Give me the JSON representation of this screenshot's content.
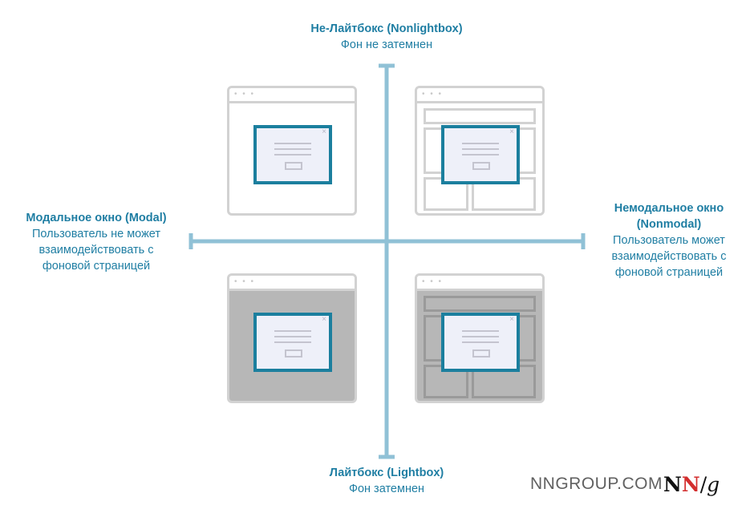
{
  "colors": {
    "accent": "#1f7ea3",
    "axis": "#90c1d6",
    "dialog_border": "#1b7f9e",
    "window_border": "#d2d2d2",
    "overlay": "#b7b7b7"
  },
  "labels": {
    "top": {
      "title": "Не-Лайтбокс (Nonlightbox)",
      "sub": "Фон не затемнен"
    },
    "bottom": {
      "title": "Лайтбокс (Lightbox)",
      "sub": "Фон затемнен"
    },
    "left": {
      "title": "Модальное окно (Modal)",
      "sub": [
        "Пользователь не может",
        "взаимодействовать с",
        "фоновой страницей"
      ]
    },
    "right": {
      "title": [
        "Немодальное окно",
        "(Nonmodal)"
      ],
      "sub": [
        "Пользователь может",
        "взаимодействовать с",
        "фоновой страницей"
      ]
    }
  },
  "quadrants": [
    {
      "position": "top-left",
      "background": "plain",
      "dimmed": false
    },
    {
      "position": "top-right",
      "background": "panes",
      "dimmed": false
    },
    {
      "position": "bottom-left",
      "background": "plain",
      "dimmed": true
    },
    {
      "position": "bottom-right",
      "background": "panes",
      "dimmed": true
    }
  ],
  "window": {
    "dots": "• • •",
    "close_glyph": "×"
  },
  "footer": {
    "site": "NNGROUP.COM",
    "logo": {
      "n1": "N",
      "n2": "N",
      "slash": "/",
      "g": "g"
    }
  }
}
